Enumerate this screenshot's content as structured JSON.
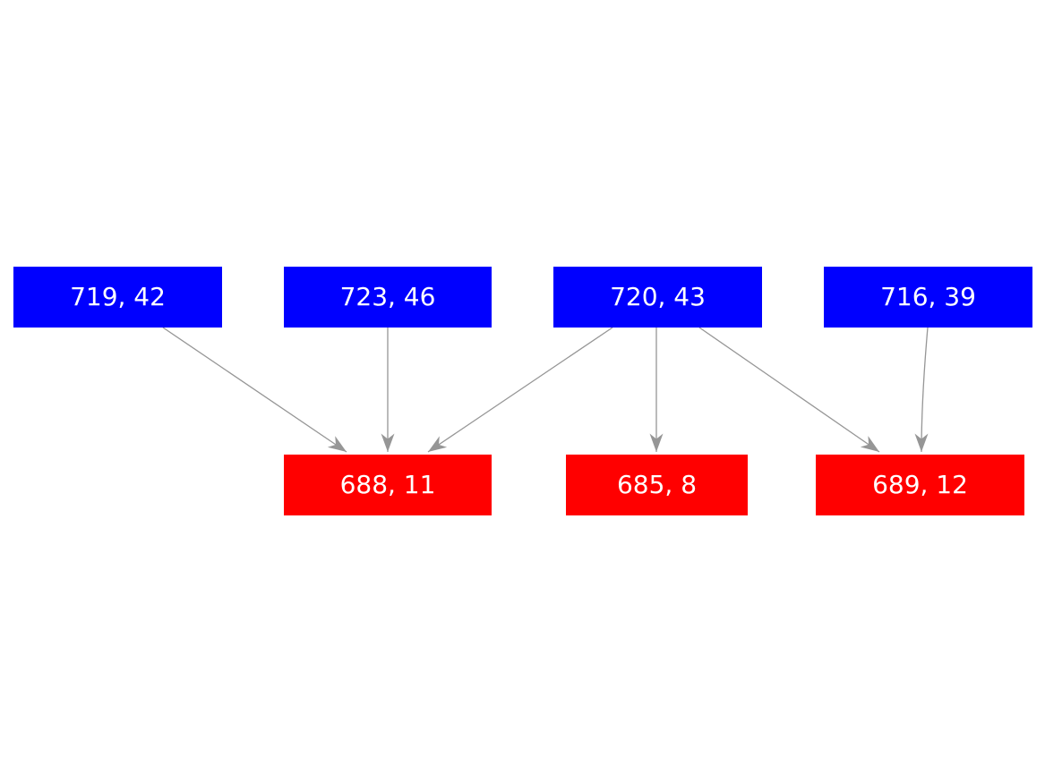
{
  "diagram": {
    "type": "directed-graph",
    "background_color": "#ffffff",
    "edge_color": "#969696",
    "node_text_color": "#ffffff",
    "source_node_color": "#0000ff",
    "target_node_color": "#ff0000",
    "nodes": [
      {
        "id": "b1",
        "label": "719, 42",
        "role": "source",
        "color": "#0000ff"
      },
      {
        "id": "b2",
        "label": "723, 46",
        "role": "source",
        "color": "#0000ff"
      },
      {
        "id": "b3",
        "label": "720, 43",
        "role": "source",
        "color": "#0000ff"
      },
      {
        "id": "b4",
        "label": "716, 39",
        "role": "source",
        "color": "#0000ff"
      },
      {
        "id": "r1",
        "label": "688, 11",
        "role": "target",
        "color": "#ff0000"
      },
      {
        "id": "r2",
        "label": "685, 8",
        "role": "target",
        "color": "#ff0000"
      },
      {
        "id": "r3",
        "label": "689, 12",
        "role": "target",
        "color": "#ff0000"
      }
    ],
    "edges": [
      {
        "source": "719, 42",
        "target": "688, 11"
      },
      {
        "source": "723, 46",
        "target": "688, 11"
      },
      {
        "source": "720, 43",
        "target": "688, 11"
      },
      {
        "source": "720, 43",
        "target": "685, 8"
      },
      {
        "source": "720, 43",
        "target": "689, 12"
      },
      {
        "source": "716, 39",
        "target": "689, 12"
      }
    ]
  }
}
